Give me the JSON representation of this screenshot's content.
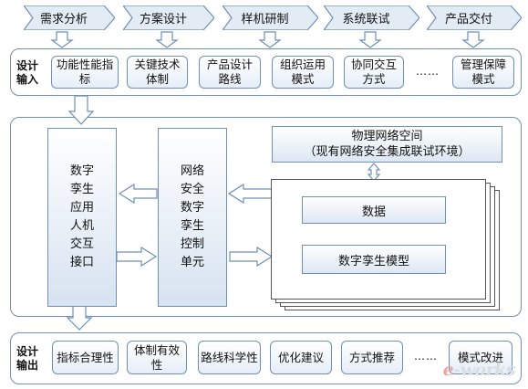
{
  "stages": [
    "需求分析",
    "方案设计",
    "样机研制",
    "系统联试",
    "产品交付"
  ],
  "design_input": {
    "label": "设计输入",
    "items": [
      "功能性能指标",
      "关键技术体制",
      "产品设计路线",
      "组织运用模式",
      "协同交互方式",
      "管理保障模式"
    ],
    "ellipsis": "……"
  },
  "core": {
    "twin_interface": "数字孪生应用人机交互接口",
    "security_unit": "网络安全数字孪生控制单元",
    "physical_space_title": "物理网络空间",
    "physical_space_subtitle": "（现有网络安全集成联试环境）",
    "data_label": "数据",
    "model_label": "数字孪生模型"
  },
  "design_output": {
    "label": "设计输出",
    "items": [
      "指标合理性",
      "体制有效性",
      "路线科学性",
      "优化建议",
      "方式推荐",
      "模式改进"
    ],
    "ellipsis": "……"
  },
  "watermark": {
    "prefix": "e",
    "rest": "-works"
  },
  "colors": {
    "stroke": "#6f8fb5",
    "arrow_fill": "#ffffff",
    "chevron_fill": "#e3ebf5"
  }
}
